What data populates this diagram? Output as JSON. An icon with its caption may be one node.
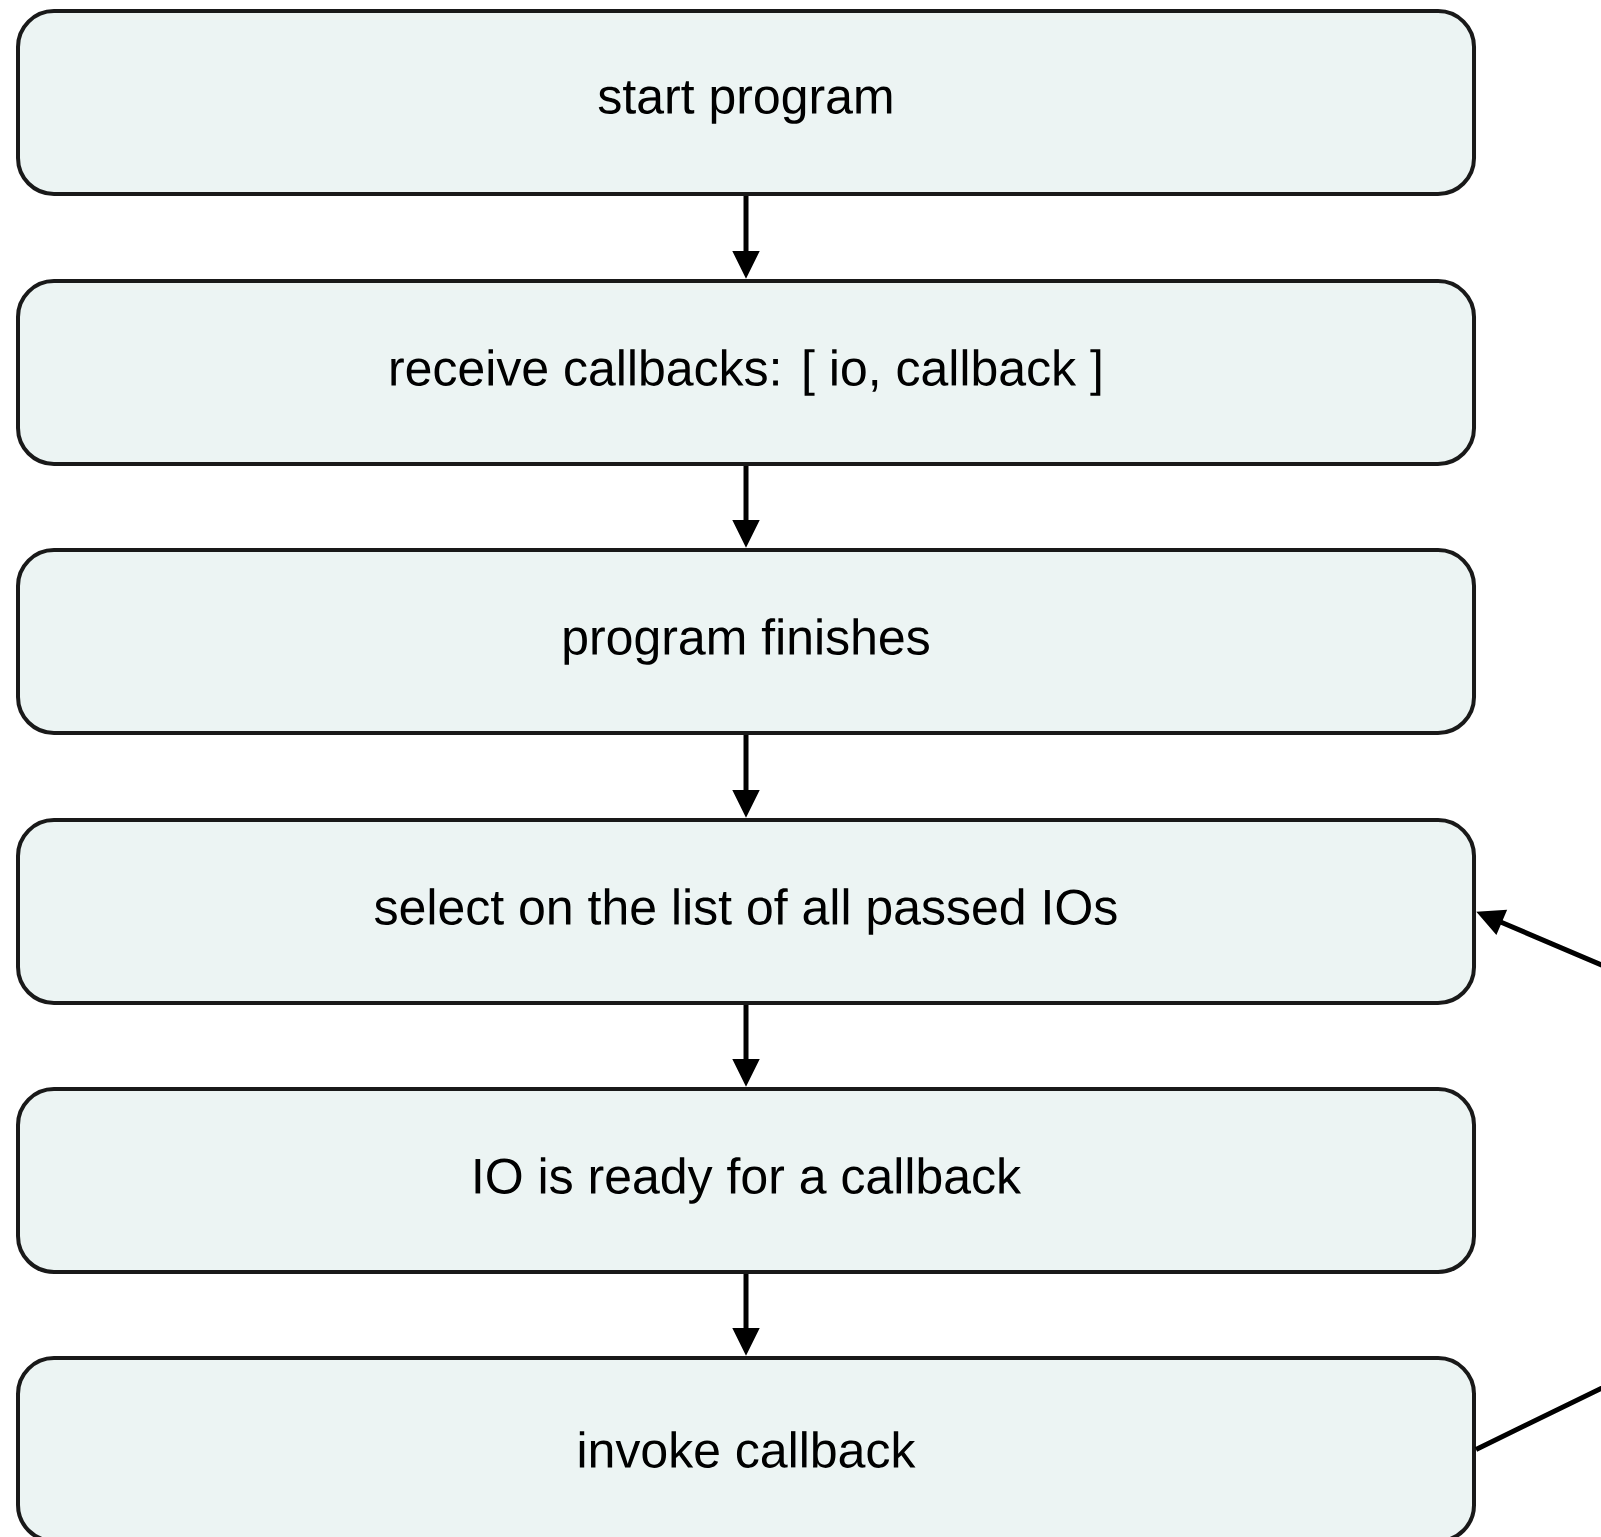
{
  "diagram": {
    "nodes": [
      {
        "text": [
          "start program"
        ]
      },
      {
        "text": [
          "receive callbacks: [ io, callback ]"
        ]
      },
      {
        "text": [
          "program finishes"
        ]
      },
      {
        "text": [
          "select on the list of all passed IOs"
        ]
      },
      {
        "text": [
          "IO is ready for a callback"
        ]
      },
      {
        "text": [
          "invoke callback"
        ]
      }
    ],
    "edges": [
      {
        "from": 0,
        "to": 1,
        "arrow": "to"
      },
      {
        "from": 1,
        "to": 2,
        "arrow": "to"
      },
      {
        "from": 2,
        "to": 3,
        "arrow": "to"
      },
      {
        "from": 3,
        "to": 4,
        "arrow": "to"
      },
      {
        "from": 4,
        "to": 5,
        "arrow": "to"
      },
      {
        "from": 5,
        "to": 3,
        "arrow": "to"
      }
    ]
  }
}
